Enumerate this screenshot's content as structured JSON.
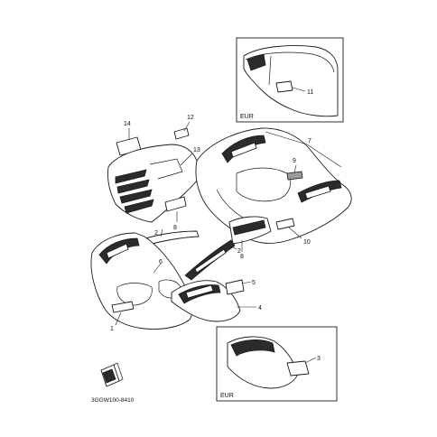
{
  "callouts": {
    "c1": "1",
    "c2a": "2",
    "c2b": "2",
    "c3": "3",
    "c4": "4",
    "c5": "5",
    "c6": "6",
    "c7": "7",
    "c8a": "8",
    "c8b": "8",
    "c9": "9",
    "c10": "10",
    "c11": "11",
    "c12": "12",
    "c13": "13",
    "c14": "14"
  },
  "insets": {
    "top_region": "EUR",
    "bottom_region": "EUR"
  },
  "diagram_code": "3GGW100-8410",
  "icon": "front-direction-icon"
}
